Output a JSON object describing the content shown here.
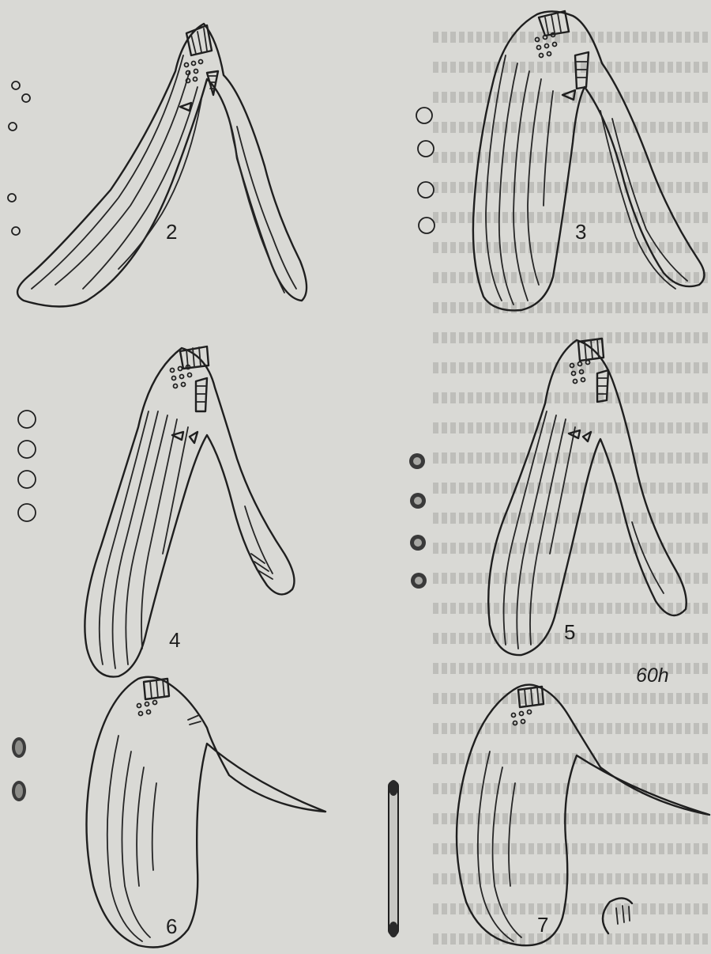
{
  "plate": {
    "plate_label": "60h",
    "figures": [
      {
        "number": "2"
      },
      {
        "number": "3"
      },
      {
        "number": "4"
      },
      {
        "number": "5"
      },
      {
        "number": "6"
      },
      {
        "number": "7"
      }
    ]
  }
}
